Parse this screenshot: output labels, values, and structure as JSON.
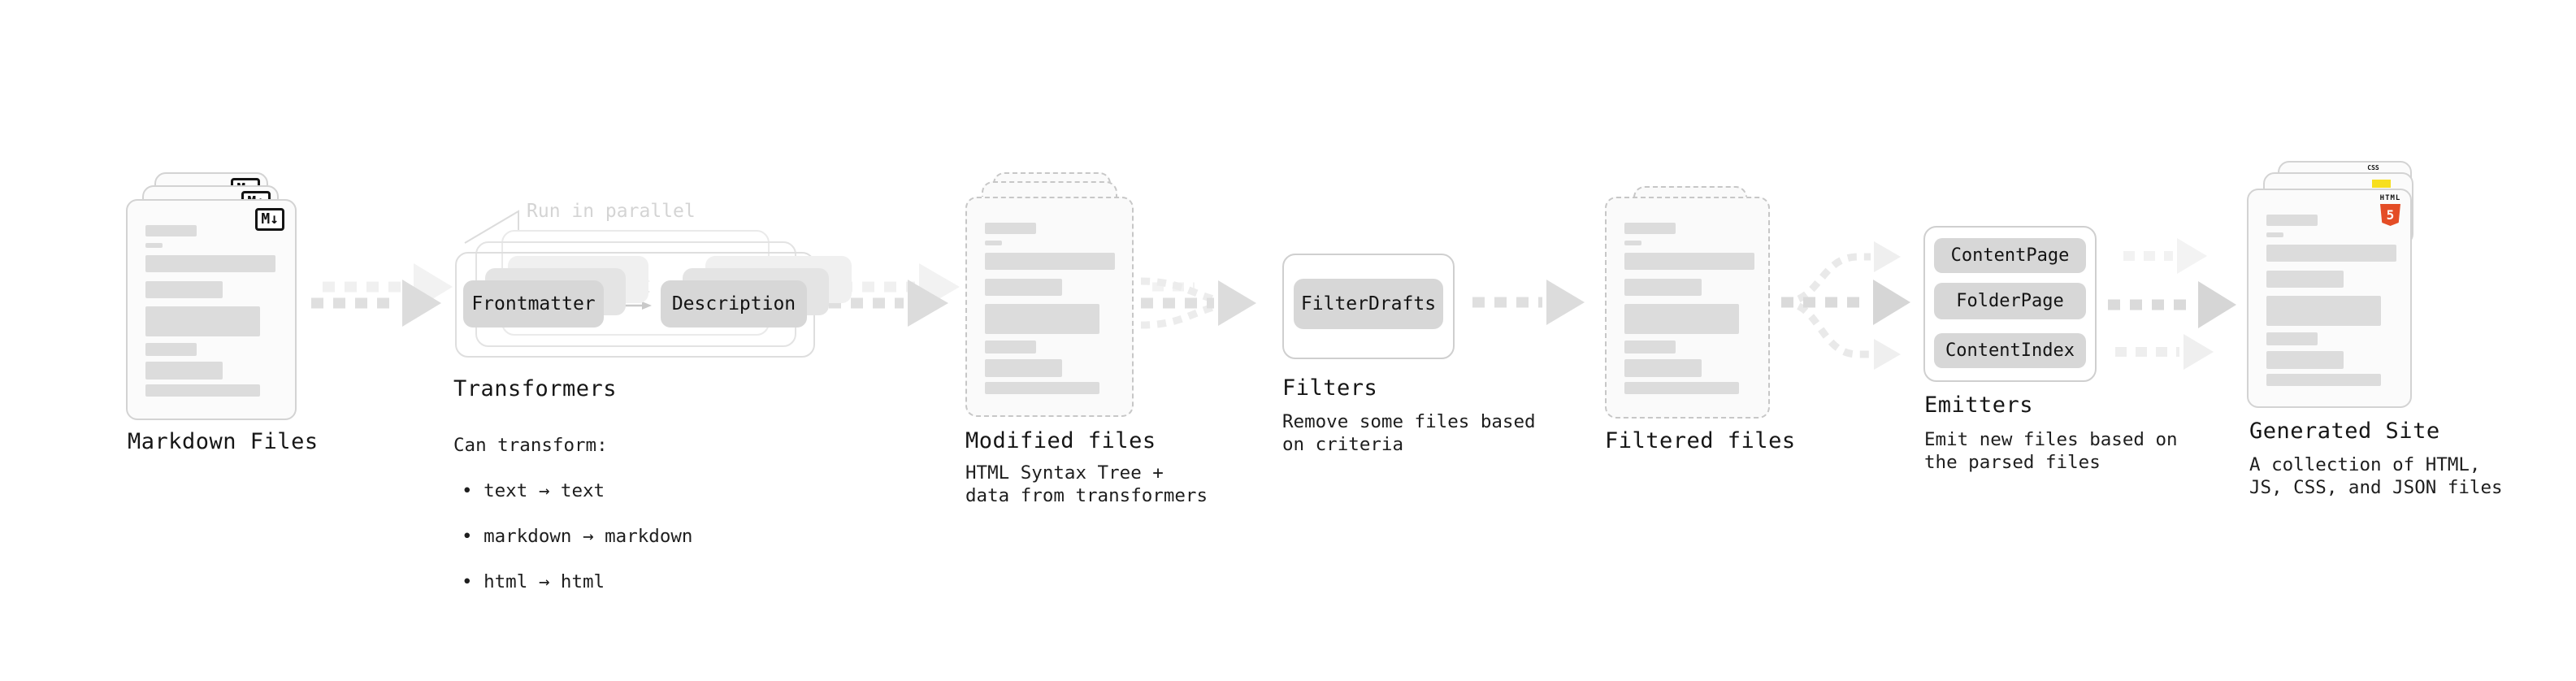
{
  "diagram": {
    "markdown_files": {
      "label": "Markdown Files",
      "file_icon": "M↓"
    },
    "transformers": {
      "note": "Run in parallel",
      "pill_from": "Frontmatter",
      "pill_to": "Description",
      "label": "Transformers",
      "intro": "Can transform:",
      "bullets": [
        "• text → text",
        "• markdown → markdown",
        "• html → html"
      ]
    },
    "modified_files": {
      "label": "Modified files",
      "description": "HTML Syntax Tree +\ndata from transformers"
    },
    "filters": {
      "pill": "FilterDrafts",
      "label": "Filters",
      "description": "Remove some files based\non criteria"
    },
    "filtered_files": {
      "label": "Filtered files"
    },
    "emitters": {
      "pills": [
        "ContentPage",
        "FolderPage",
        "ContentIndex"
      ],
      "label": "Emitters",
      "description": "Emit new files based on\nthe parsed files"
    },
    "generated_site": {
      "label": "Generated Site",
      "description": "A collection of HTML,\nJS, CSS, and JSON files",
      "html_badge_top": "HTML",
      "html_badge_number": "5",
      "css_badge": "CSS"
    }
  },
  "colors": {
    "html5_orange": "#e44d26",
    "js_yellow": "#f7df1e",
    "css_blue": "#2965f1",
    "pill_gray": "#d7d7d7",
    "bar_gray": "#dcdcdc"
  }
}
